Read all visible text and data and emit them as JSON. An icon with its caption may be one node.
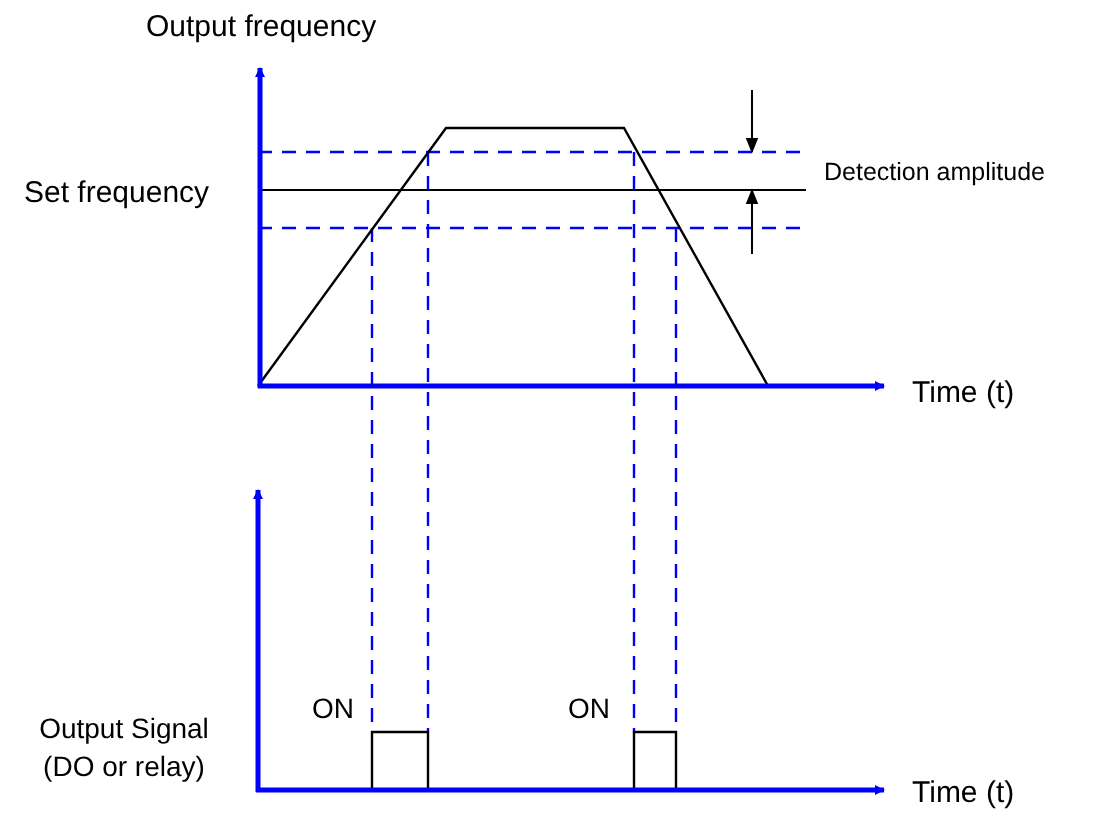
{
  "diagram": {
    "labels": [
      "Output frequency",
      "Set frequency",
      "Detection amplitude",
      "Time (t)",
      "ON",
      "ON",
      "Output Signal (DO or relay)",
      "Time (t)"
    ]
  }
}
